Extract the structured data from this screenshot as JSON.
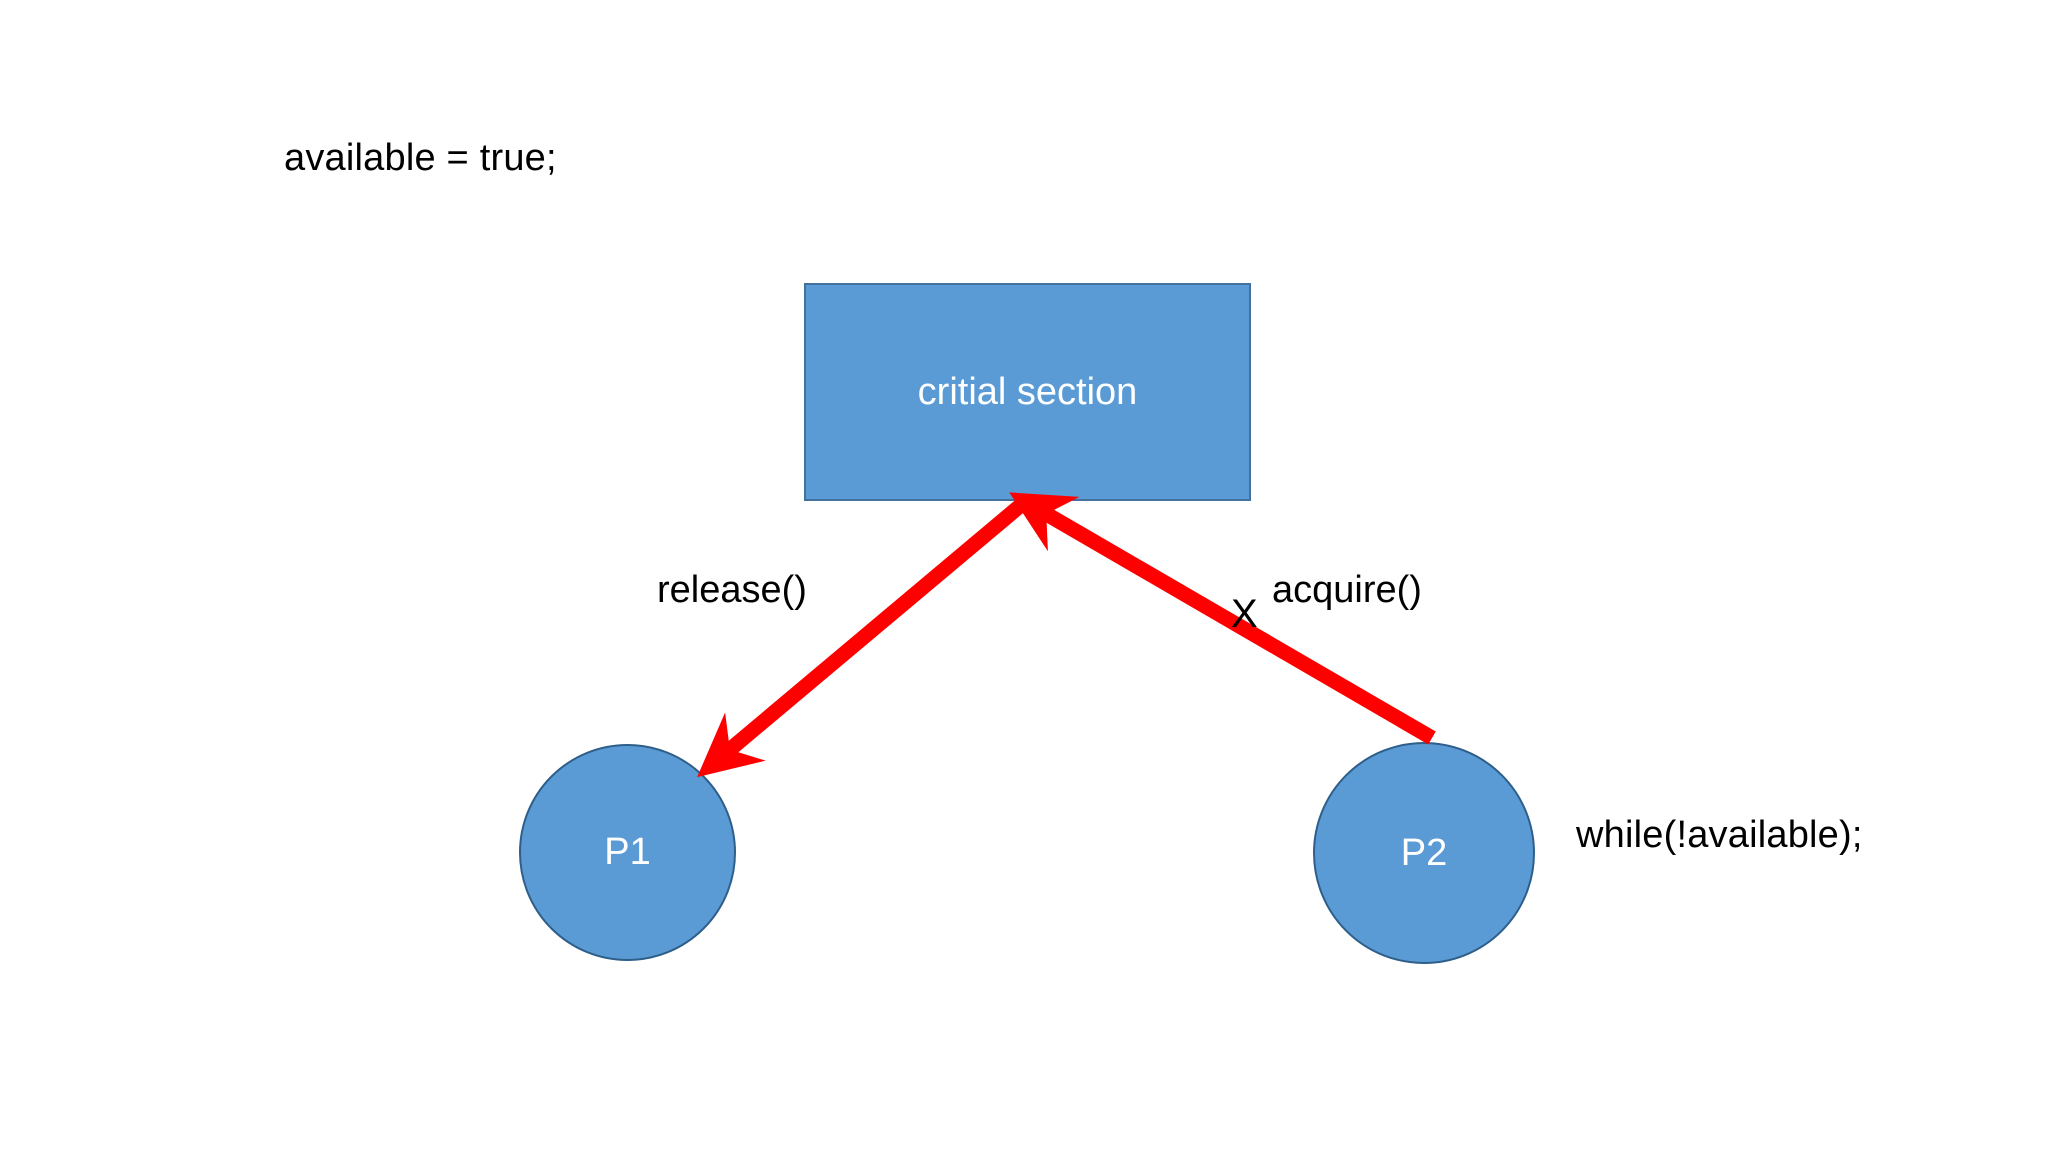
{
  "diagram": {
    "title_note": "available = true;",
    "background_color": "#ffffff",
    "shape_fill": "#5B9BD5",
    "shape_border": "#41719C",
    "arrow_color": "#FF0000",
    "text_color": "#000000",
    "shape_text_color": "#ffffff"
  },
  "notes": {
    "available_assignment": "available = true;",
    "busy_wait": "while(!available);"
  },
  "critical_section": {
    "label": "critial section"
  },
  "processes": [
    {
      "id": "p1",
      "label": "P1"
    },
    {
      "id": "p2",
      "label": "P2"
    }
  ],
  "edges": [
    {
      "id": "release-edge",
      "label": "release()",
      "from": "critical-section",
      "to": "p1",
      "color": "#FF0000",
      "arrowhead": "end"
    },
    {
      "id": "acquire-edge",
      "label": "acquire()",
      "from": "p2",
      "to": "critical-section",
      "color": "#FF0000",
      "arrowhead": "end",
      "blocked_marker": "X"
    }
  ],
  "markers": {
    "blocked": "X"
  }
}
